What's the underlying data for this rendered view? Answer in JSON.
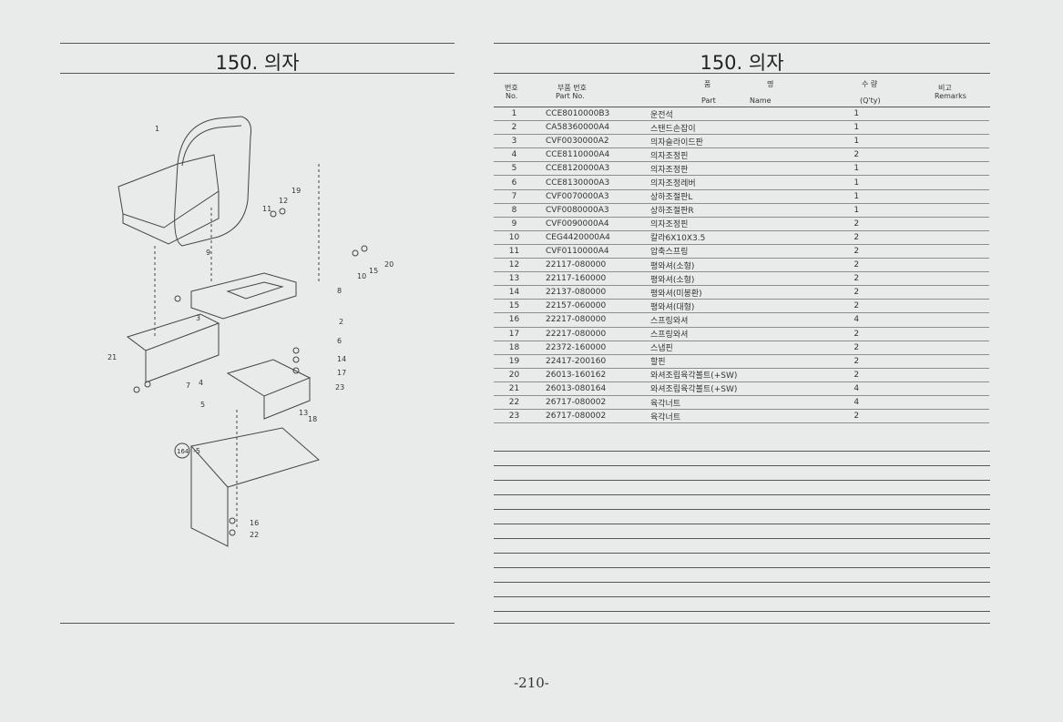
{
  "left": {
    "title": "150. 의자"
  },
  "right": {
    "title": "150. 의자"
  },
  "header": {
    "no_ko": "번호",
    "no_en": "No.",
    "part_no_ko": "부품 번호",
    "part_no_en": "Part No.",
    "name_ko_1": "품",
    "name_ko_2": "명",
    "name_en_1": "Part",
    "name_en_2": "Name",
    "qty_ko": "수 량",
    "qty_en": "(Q'ty)",
    "remarks_ko": "비고",
    "remarks_en": "Remarks"
  },
  "rows": [
    {
      "no": "1",
      "part": "CCE8010000B3",
      "name": "운전석",
      "qty": "1"
    },
    {
      "no": "2",
      "part": "CA58360000A4",
      "name": "스탠드손잡이",
      "qty": "1"
    },
    {
      "no": "3",
      "part": "CVF0030000A2",
      "name": "의자슬라이드판",
      "qty": "1"
    },
    {
      "no": "4",
      "part": "CCE8110000A4",
      "name": "의자조정핀",
      "qty": "2"
    },
    {
      "no": "5",
      "part": "CCE8120000A3",
      "name": "의자조정판",
      "qty": "1"
    },
    {
      "no": "6",
      "part": "CCE8130000A3",
      "name": "의자조정레버",
      "qty": "1"
    },
    {
      "no": "7",
      "part": "CVF0070000A3",
      "name": "상하조절판L",
      "qty": "1"
    },
    {
      "no": "8",
      "part": "CVF0080000A3",
      "name": "상하조절판R",
      "qty": "1"
    },
    {
      "no": "9",
      "part": "CVF0090000A4",
      "name": "의자조정핀",
      "qty": "2"
    },
    {
      "no": "10",
      "part": "CEG4420000A4",
      "name": "칼라6X10X3.5",
      "qty": "2"
    },
    {
      "no": "11",
      "part": "CVF0110000A4",
      "name": "압축스프링",
      "qty": "2"
    },
    {
      "no": "12",
      "part": "22117-080000",
      "name": "평와셔(소형)",
      "qty": "2"
    },
    {
      "no": "13",
      "part": "22117-160000",
      "name": "평와셔(소형)",
      "qty": "2"
    },
    {
      "no": "14",
      "part": "22137-080000",
      "name": "평와셔(미봉환)",
      "qty": "2"
    },
    {
      "no": "15",
      "part": "22157-060000",
      "name": "평와셔(대형)",
      "qty": "2"
    },
    {
      "no": "16",
      "part": "22217-080000",
      "name": "스프링와셔",
      "qty": "4"
    },
    {
      "no": "17",
      "part": "22217-080000",
      "name": "스프링와셔",
      "qty": "2"
    },
    {
      "no": "18",
      "part": "22372-160000",
      "name": "스냅핀",
      "qty": "2"
    },
    {
      "no": "19",
      "part": "22417-200160",
      "name": "할핀",
      "qty": "2"
    },
    {
      "no": "20",
      "part": "26013-160162",
      "name": "와셔조립육각볼트(+SW)",
      "qty": "2"
    },
    {
      "no": "21",
      "part": "26013-080164",
      "name": "와셔조립육각볼트(+SW)",
      "qty": "4"
    },
    {
      "no": "22",
      "part": "26717-080002",
      "name": "육각너트",
      "qty": "4"
    },
    {
      "no": "23",
      "part": "26717-080002",
      "name": "육각너트",
      "qty": "2"
    }
  ],
  "diagram_labels": [
    "1",
    "2",
    "3",
    "4",
    "5",
    "6",
    "7",
    "8",
    "9",
    "10",
    "11",
    "12",
    "13",
    "14",
    "15",
    "16",
    "17",
    "18",
    "19",
    "20",
    "21",
    "22",
    "23",
    "164",
    "-5"
  ],
  "page_number": "-210-"
}
